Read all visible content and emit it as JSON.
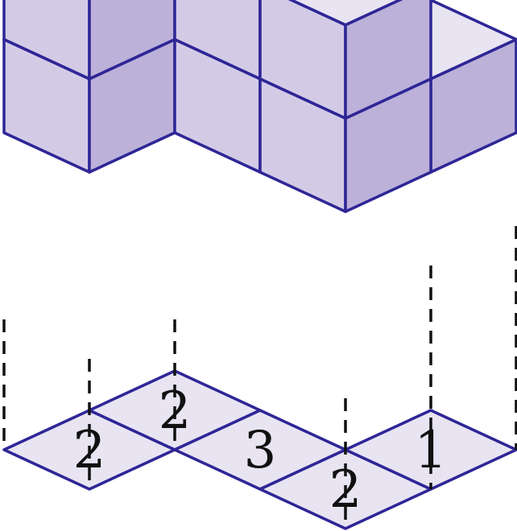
{
  "diagram": {
    "colors": {
      "stroke": "#2e2696",
      "top_face": "#e8e4f2",
      "left_face": "#d3cbe6",
      "right_face": "#bbb1d9",
      "base_tile": "#e8e4f2",
      "guide_line": "#111111",
      "label_text": "#111111"
    },
    "columns": [
      {
        "id": "back-left",
        "u": 0,
        "v": 0,
        "height": 2
      },
      {
        "id": "back-center",
        "u": 0,
        "v": 1,
        "height": 2
      },
      {
        "id": "middle",
        "u": 1,
        "v": 1,
        "height": 3
      },
      {
        "id": "front",
        "u": 2,
        "v": 1,
        "height": 2
      },
      {
        "id": "right",
        "u": 2,
        "v": 2,
        "height": 1
      }
    ],
    "base_labels": [
      {
        "cell": "back-left",
        "text": "2"
      },
      {
        "cell": "back-center",
        "text": "2"
      },
      {
        "cell": "middle",
        "text": "3"
      },
      {
        "cell": "front",
        "text": "2"
      },
      {
        "cell": "right",
        "text": "1"
      }
    ]
  }
}
